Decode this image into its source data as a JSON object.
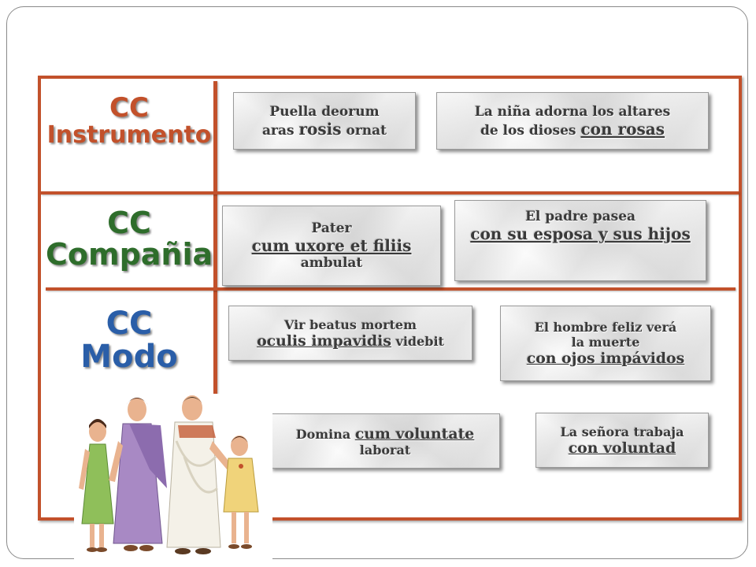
{
  "labels": {
    "instrumento": {
      "line1": "CC",
      "line2": "Instrumento"
    },
    "compania": {
      "line1": "CC",
      "line2": "Compañia"
    },
    "modo": {
      "line1": "CC",
      "line2": "Modo"
    }
  },
  "boxes": {
    "instr_latin": {
      "l1": "Puella deorum",
      "l2a": "aras ",
      "l2b": "rosis",
      "l2c": " ornat"
    },
    "instr_spanish": {
      "l1": "La niña adorna los altares",
      "l2a": "de los dioses ",
      "l2b": "con rosas"
    },
    "comp_latin": {
      "l1": "Pater",
      "l2": "cum uxore et filiis",
      "l3": "ambulat"
    },
    "comp_spanish": {
      "l1": "El padre pasea",
      "l2": "con  su esposa y sus hijos"
    },
    "modo1_latin": {
      "l1": "Vir beatus mortem",
      "l2a": "oculis impavidis",
      "l2b": " videbit"
    },
    "modo1_spanish": {
      "l1": "El hombre feliz verá",
      "l2": "la muerte",
      "l3": "con ojos impávidos"
    },
    "modo2_latin": {
      "l1a": "Domina ",
      "l1b": "cum voluntate",
      "l2": "laborat"
    },
    "modo2_spanish": {
      "l1": "La señora trabaja",
      "l2": "con voluntad"
    }
  },
  "colors": {
    "frame": "#c2512b",
    "instrumento": "#c2512b",
    "compania": "#2e6d2b",
    "modo": "#2a5ea8"
  }
}
